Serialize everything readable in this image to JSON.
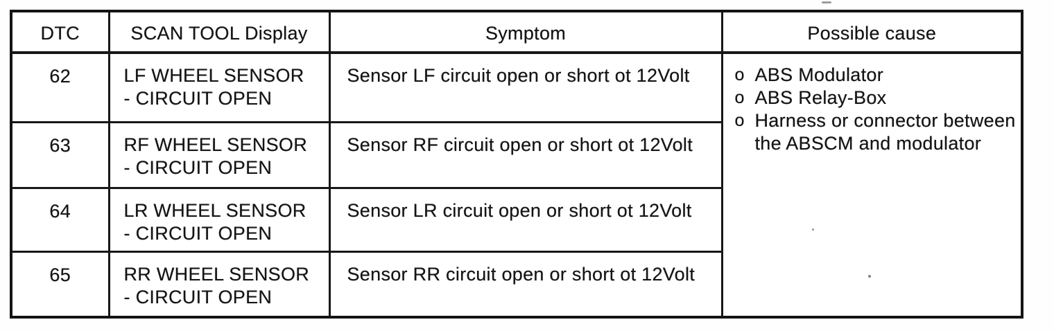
{
  "table": {
    "headers": [
      "DTC",
      "SCAN TOOL Display",
      "Symptom",
      "Possible cause"
    ],
    "rows": [
      {
        "dtc": "62",
        "scan_tool_line1": "LF WHEEL SENSOR",
        "scan_tool_line2": "- CIRCUIT OPEN",
        "symptom": "Sensor LF circuit open or short ot 12Volt"
      },
      {
        "dtc": "63",
        "scan_tool_line1": "RF WHEEL SENSOR",
        "scan_tool_line2": "- CIRCUIT OPEN",
        "symptom": "Sensor RF circuit open or short ot 12Volt"
      },
      {
        "dtc": "64",
        "scan_tool_line1": "LR WHEEL SENSOR",
        "scan_tool_line2": "- CIRCUIT OPEN",
        "symptom": "Sensor LR circuit open or short ot 12Volt"
      },
      {
        "dtc": "65",
        "scan_tool_line1": "RR WHEEL SENSOR",
        "scan_tool_line2": "- CIRCUIT OPEN",
        "symptom": "Sensor RR circuit open or short ot 12Volt"
      }
    ],
    "possible_cause": {
      "bullet": "o",
      "items": [
        "ABS Modulator",
        "ABS Relay-Box",
        "Harness or connector between the ABSCM and modulator"
      ]
    }
  },
  "colors": {
    "ink": "#141414",
    "paper": "#fefefe"
  }
}
